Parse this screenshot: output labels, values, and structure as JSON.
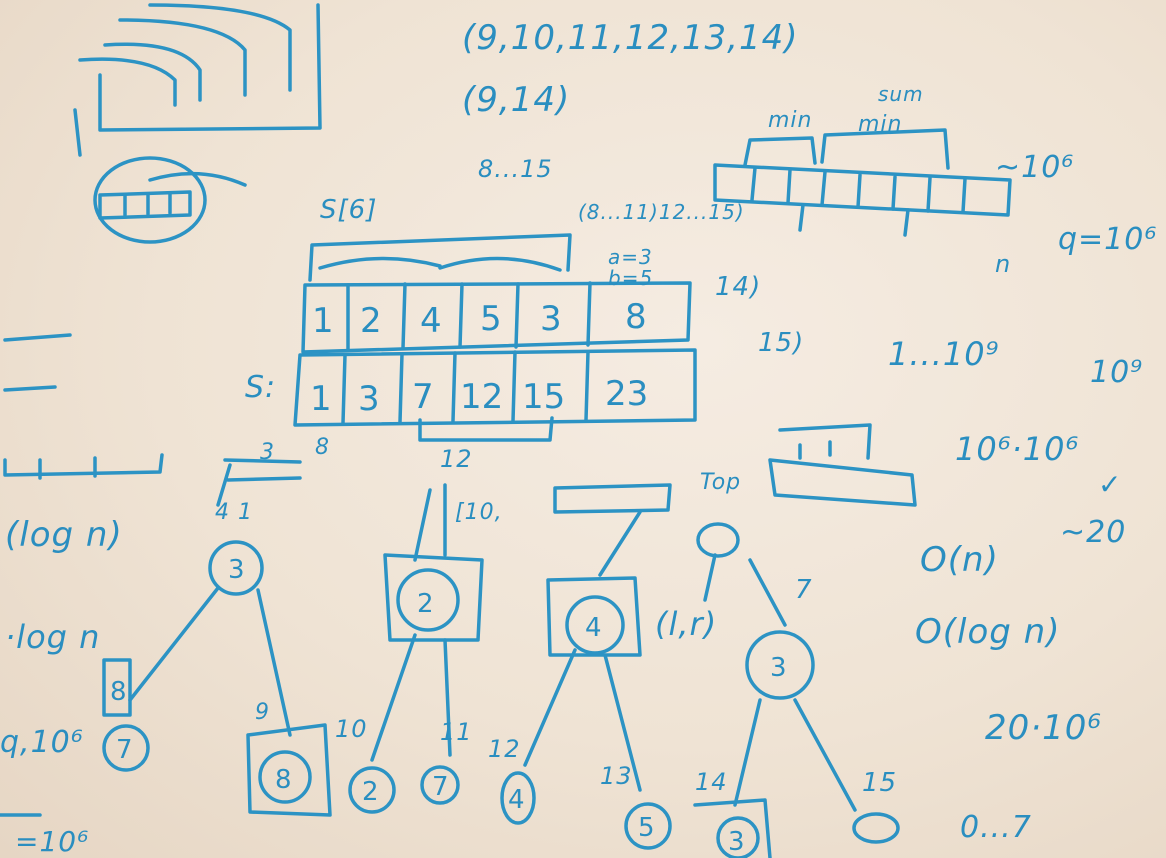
{
  "labels": {
    "query_list_1": "(9,10,11,12,13,14)",
    "query_pair": "(9,14)",
    "range_8_15": "8...15",
    "range_split": "(8...11)12...15)",
    "s_label": "S[6]",
    "s_prefix": "S:",
    "a_eq": "a=3",
    "b_eq": "b=5",
    "l14": "14)",
    "l15": "15)",
    "l12": "12",
    "min": "min",
    "min2": "min",
    "sum": "sum",
    "approx_10_6": "~10⁶",
    "q_eq": "q=10⁶",
    "n": "n",
    "range_1_10_9": "1...10⁹",
    "ten_pow": "10⁹",
    "ten6_times": "10⁶·10⁶",
    "check": "✓",
    "approx_20": "~20",
    "o_n": "O(n)",
    "o_log_n": "O(log n)",
    "twenty_ten6": "20·10⁶",
    "range_0_7": "0...7",
    "top": "Top",
    "pair_lr": "(l,r)",
    "l7": "7",
    "bracket10": "[10,",
    "l3": "3",
    "l8": "8",
    "l4_1": "4 1",
    "log_n": "(log n)",
    "dash_log_n": "·log n",
    "q_ten6": "q,10⁶",
    "eq_ten6": "=10⁶",
    "l9": "9",
    "l10": "10",
    "l11": "11",
    "l12b": "12",
    "l13": "13",
    "l14b": "14",
    "l15b": "15"
  }
}
